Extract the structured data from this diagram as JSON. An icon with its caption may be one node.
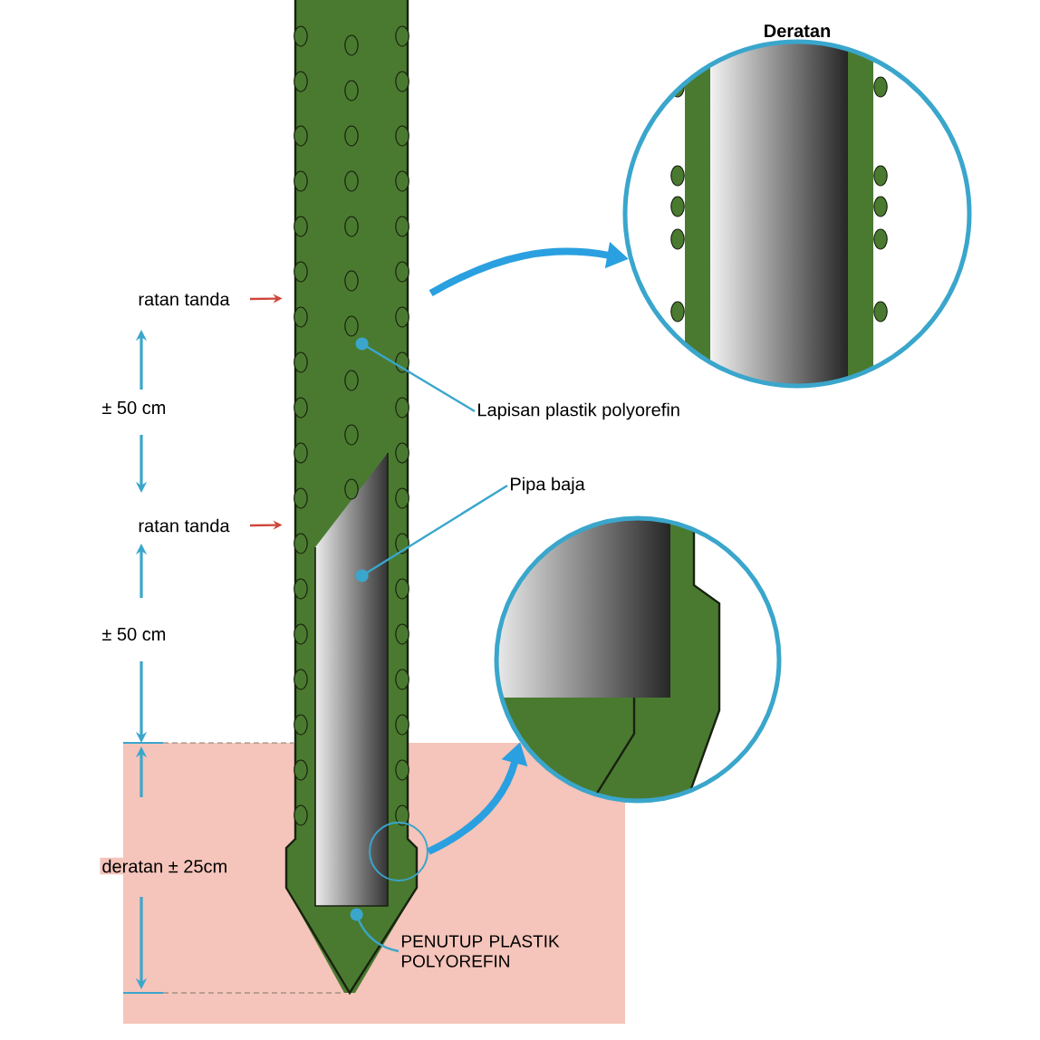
{
  "diagram": {
    "nodes": [
      {
        "text": [],
        "shape": "picture"
      },
      {
        "text": [
          "Deratan"
        ]
      },
      {
        "text": [],
        "shape": "circle"
      },
      {
        "text": [],
        "shape": "circle"
      },
      {
        "text": [
          "ratan tanda"
        ]
      },
      {
        "text": [
          "ratan tanda"
        ]
      },
      {
        "text": [
          "Lapisan plastik polyorefin"
        ]
      },
      {
        "text": [
          "Pipa baja"
        ]
      },
      {
        "text": [
          "PENUTUP PLASTIK POLYOREFIN"
        ]
      }
    ],
    "edges": [
      {
        "from": 4,
        "to": 0,
        "arrow": "to",
        "color": "#d0453a"
      },
      {
        "from": 5,
        "to": 0,
        "arrow": "to",
        "color": "#d0453a"
      },
      {
        "from": 6,
        "to": 0,
        "arrow": "other"
      },
      {
        "from": 7,
        "to": 0,
        "arrow": "other"
      },
      {
        "from": 8,
        "to": 0,
        "arrow": "other"
      },
      {
        "from": 0,
        "to": 1,
        "arrow": "to",
        "style": "thick"
      },
      {
        "from": 3,
        "to": 2,
        "arrow": "to",
        "style": "thick"
      }
    ],
    "labels": [
      "± 50 cm",
      "± 50 cm",
      "deratan ± 25cm"
    ]
  }
}
